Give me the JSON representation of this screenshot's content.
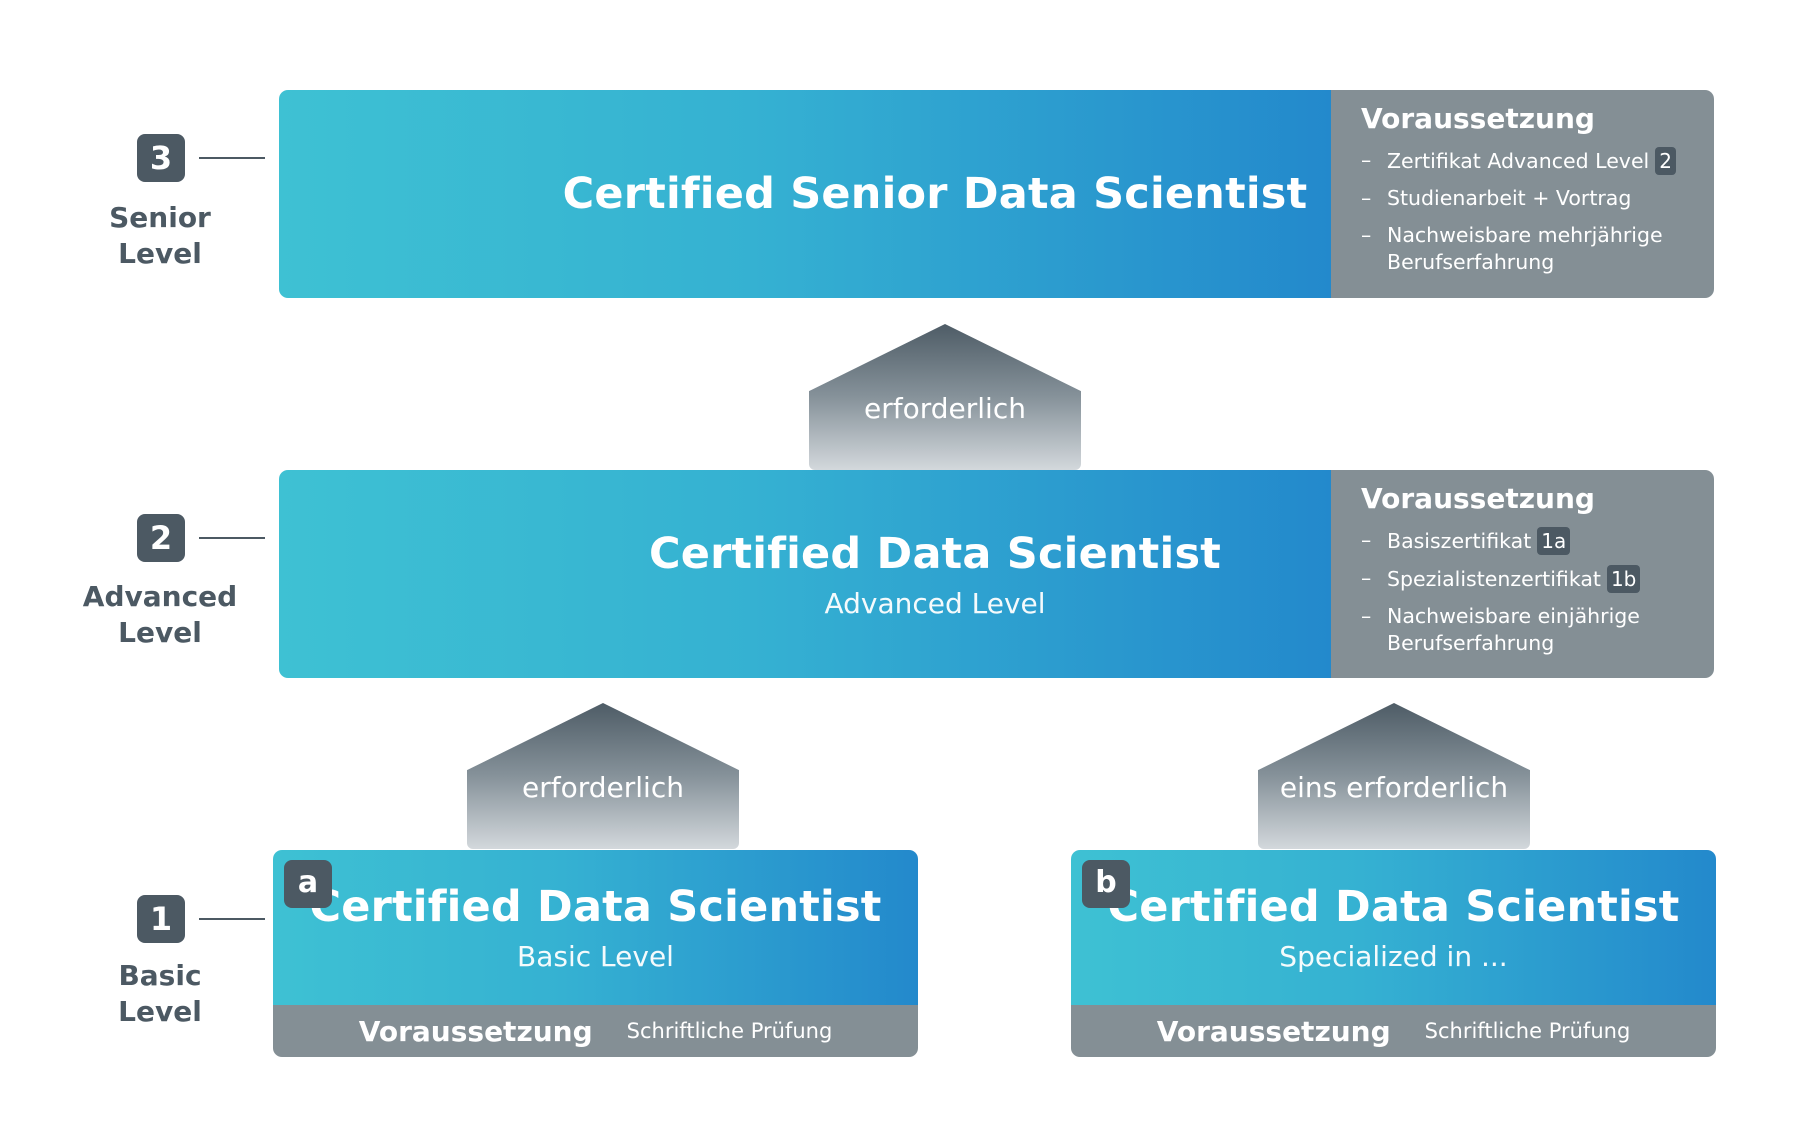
{
  "levels": [
    {
      "number": "3",
      "label_line1": "Senior",
      "label_line2": "Level"
    },
    {
      "number": "2",
      "label_line1": "Advanced",
      "label_line2": "Level"
    },
    {
      "number": "1",
      "label_line1": "Basic",
      "label_line2": "Level"
    }
  ],
  "senior": {
    "title": "Certified Senior Data Scientist",
    "requirements": {
      "heading": "Voraussetzung",
      "items": [
        {
          "text": "Zertifikat Advanced Level",
          "ref": "2"
        },
        {
          "text": "Studienarbeit + Vortrag"
        },
        {
          "text": "Nachweisbare mehrjährige",
          "text2": "Berufserfahrung"
        }
      ]
    }
  },
  "advanced": {
    "title": "Certified Data Scientist",
    "subtitle": "Advanced Level",
    "requirements": {
      "heading": "Voraussetzung",
      "items": [
        {
          "text": "Basiszertifikat",
          "ref": "1a"
        },
        {
          "text": "Spezialistenzertifikat",
          "ref": "1b"
        },
        {
          "text": "Nachweisbare einjährige",
          "text2": "Berufserfahrung"
        }
      ]
    }
  },
  "basic": {
    "badge": "a",
    "title": "Certified Data Scientist",
    "subtitle": "Basic Level",
    "req_heading": "Voraussetzung",
    "req_text": "Schriftliche Prüfung"
  },
  "specialized": {
    "badge": "b",
    "title": "Certified Data Scientist",
    "subtitle": "Specialized in ...",
    "req_heading": "Voraussetzung",
    "req_text": "Schriftliche Prüfung"
  },
  "arrows": {
    "advanced_to_senior": "erforderlich",
    "basic_to_advanced": "erforderlich",
    "specialized_to_advanced": "eins erforderlich"
  },
  "dash_glyph": "–",
  "colors": {
    "gradient_start": "#3ec1d3",
    "gradient_end": "#2389cc",
    "requirement_grey": "#848f95",
    "badge_dark": "#4c5963"
  }
}
